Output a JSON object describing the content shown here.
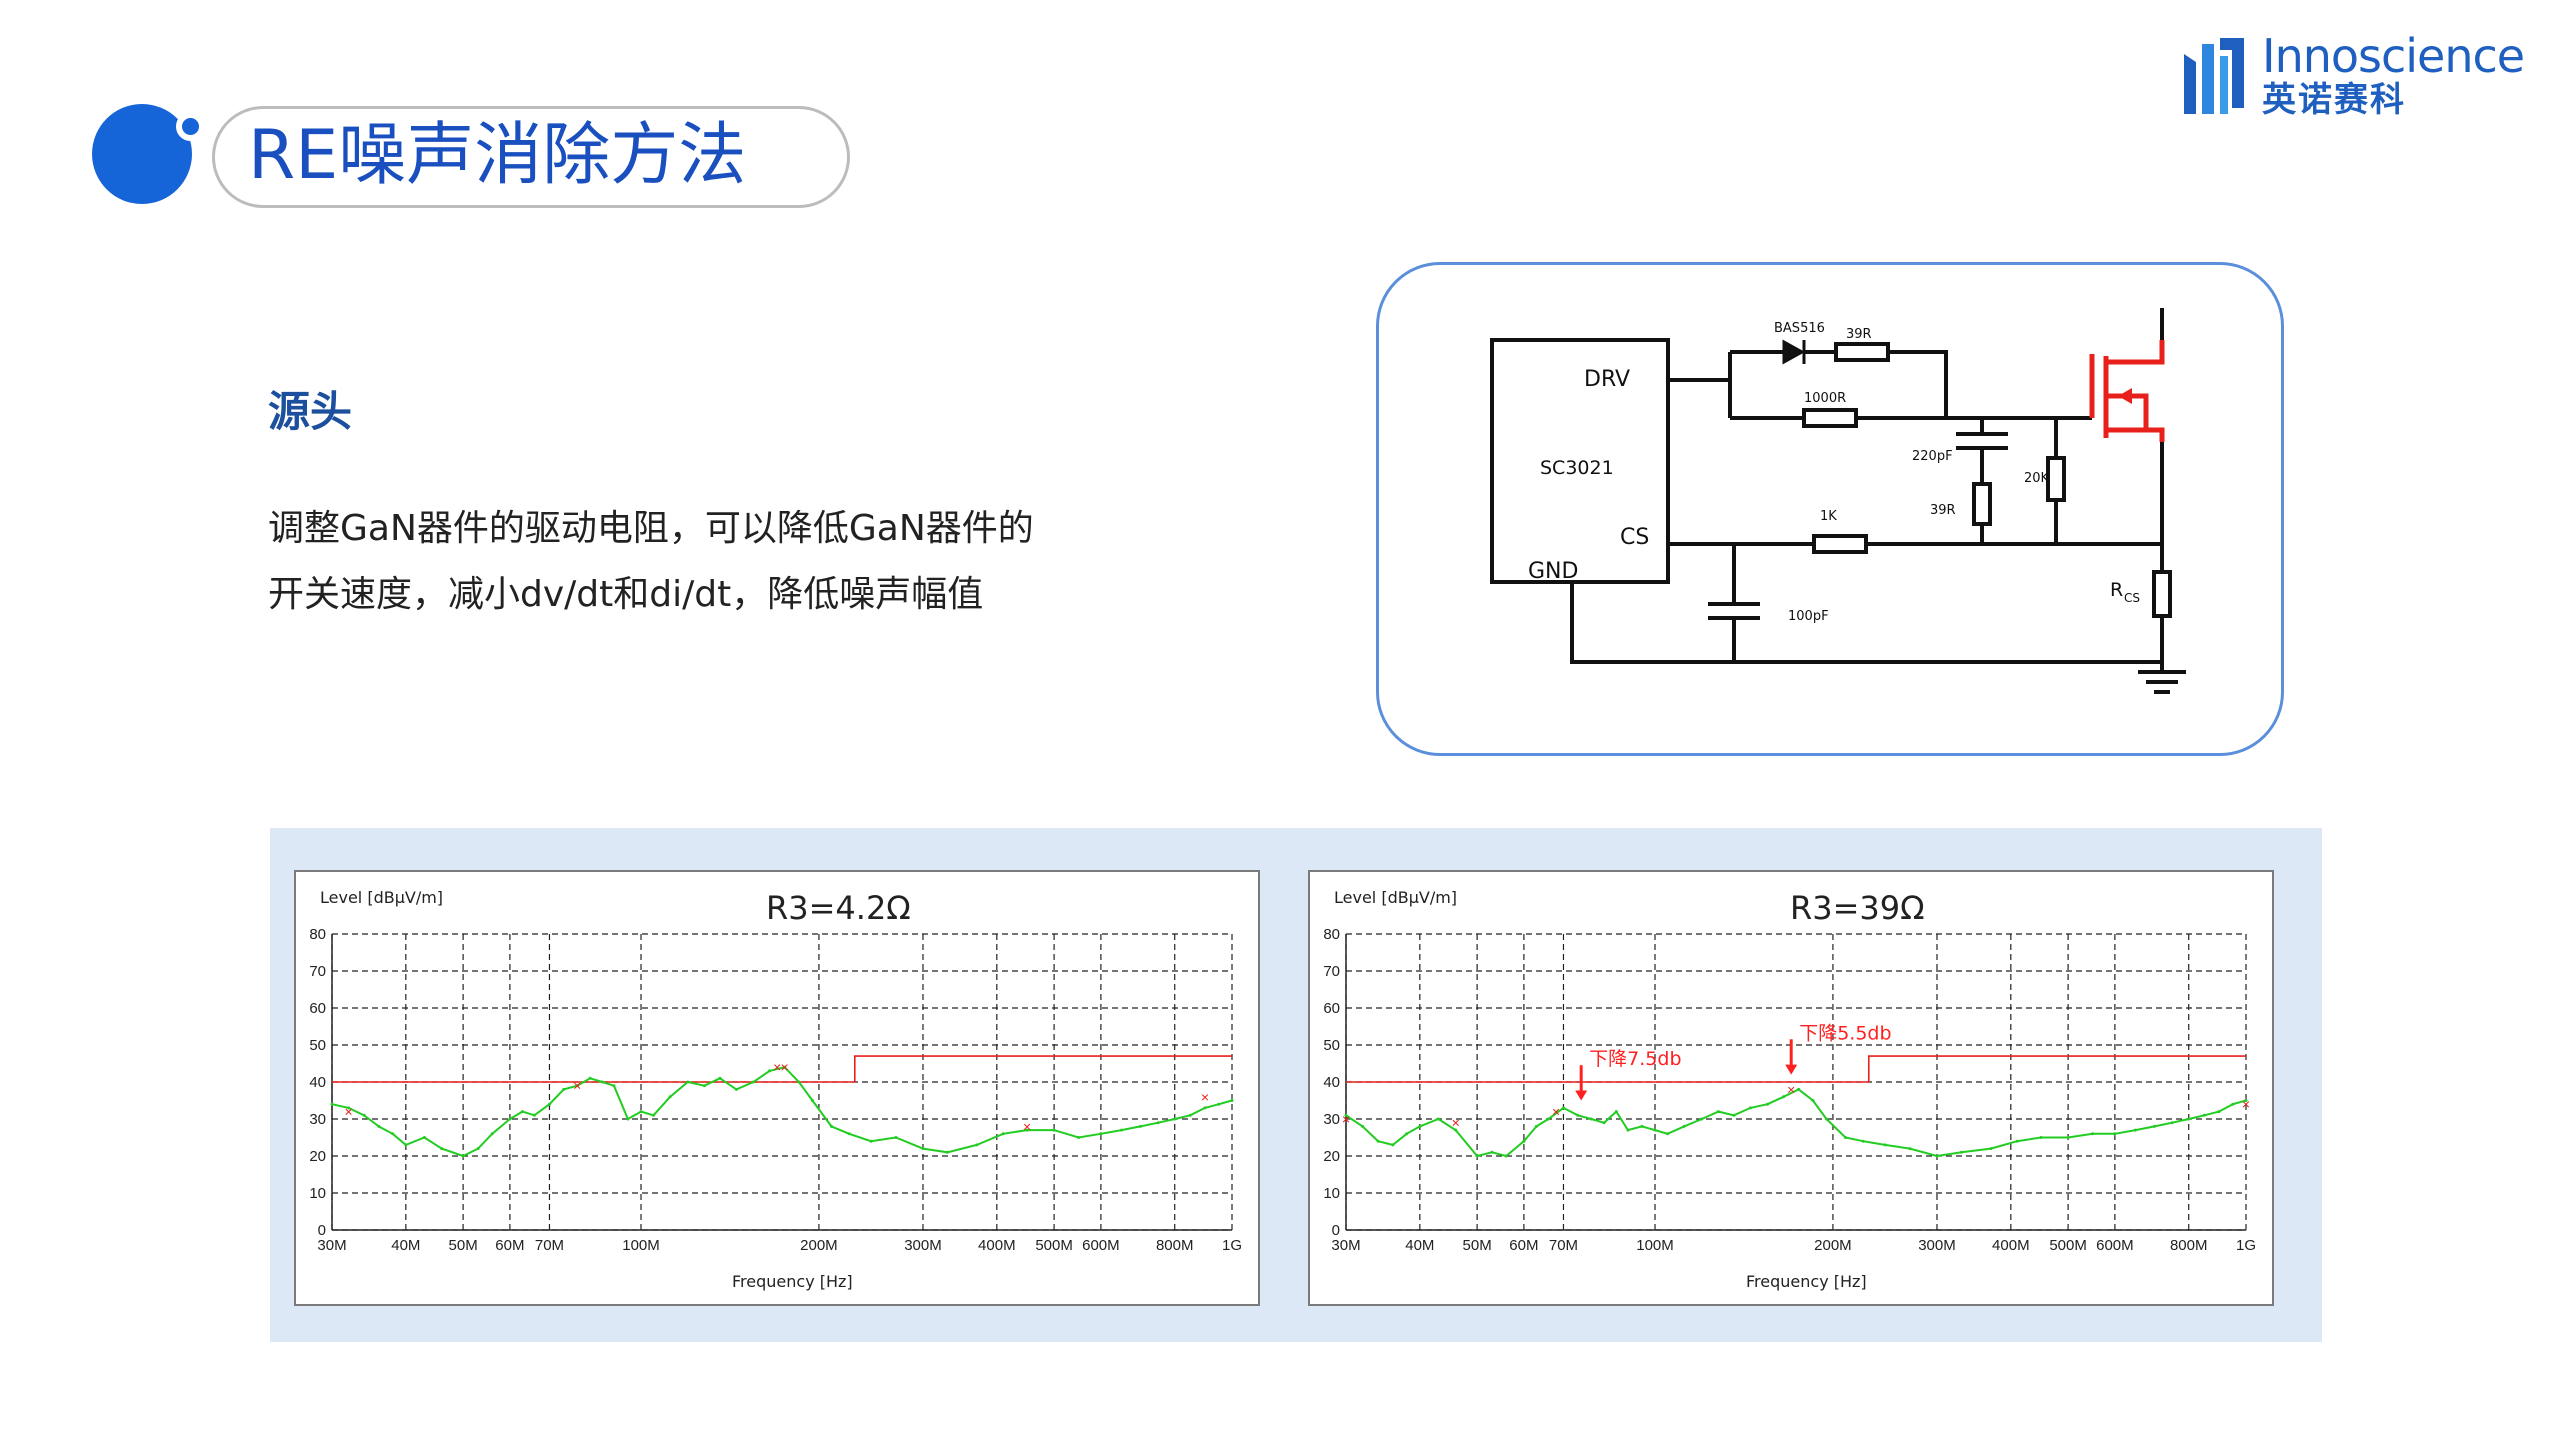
{
  "header": {
    "title": "RE噪声消除方法",
    "logo_en": "Innoscience",
    "logo_cn": "英诺赛科",
    "accent": "#1565d8"
  },
  "content": {
    "heading": "源头",
    "line1": "调整GaN器件的驱动电阻，可以降低GaN器件的",
    "line2": "开关速度，减小dv/dt和di/dt，降低噪声幅值"
  },
  "circuit": {
    "ic_name": "SC3021",
    "pins": {
      "drv": "DRV",
      "cs": "CS",
      "gnd": "GND"
    },
    "components": {
      "diode": "BAS516",
      "r_gate": "39R",
      "r_parallel": "1000R",
      "c_snub": "220pF",
      "r_snub": "39R",
      "r_gs": "20K",
      "r_cs_filter": "1K",
      "c_cs": "100pF",
      "r_sense": "R",
      "r_sense_sub": "CS"
    },
    "mosfet_color": "#e8201c"
  },
  "chart_data": [
    {
      "type": "line",
      "title": "R3=4.2Ω",
      "ylabel": "Level [dBµV/m]",
      "xlabel": "Frequency [Hz]",
      "xscale": "log",
      "xlim": [
        30,
        1000
      ],
      "ylim": [
        0,
        80
      ],
      "yticks": [
        0,
        10,
        20,
        30,
        40,
        50,
        60,
        70,
        80
      ],
      "xticks": [
        30,
        40,
        50,
        60,
        70,
        100,
        200,
        300,
        400,
        500,
        600,
        800,
        1000
      ],
      "xtick_labels": [
        "30M",
        "40M",
        "50M",
        "60M",
        "70M",
        "100M",
        "200M",
        "300M",
        "400M",
        "500M",
        "600M",
        "800M",
        "1G"
      ],
      "grid": true,
      "limit_line": {
        "color": "#e8201c",
        "x": [
          30,
          230,
          230,
          1000
        ],
        "y": [
          40,
          40,
          47,
          47
        ]
      },
      "series": [
        {
          "color": "#22cc22",
          "x": [
            30,
            32,
            34,
            36,
            38,
            40,
            43,
            46,
            50,
            53,
            56,
            60,
            63,
            66,
            70,
            74,
            78,
            82,
            86,
            90,
            95,
            100,
            105,
            112,
            120,
            128,
            136,
            145,
            155,
            165,
            175,
            185,
            195,
            210,
            225,
            245,
            270,
            300,
            330,
            370,
            410,
            450,
            500,
            550,
            600,
            650,
            700,
            750,
            800,
            850,
            900,
            950,
            1000
          ],
          "y": [
            34,
            33,
            31,
            28,
            26,
            23,
            25,
            22,
            20,
            22,
            26,
            30,
            32,
            31,
            34,
            38,
            39,
            41,
            40,
            39,
            30,
            32,
            31,
            36,
            40,
            39,
            41,
            38,
            40,
            43,
            44,
            40,
            35,
            28,
            26,
            24,
            25,
            22,
            21,
            23,
            26,
            27,
            27,
            25,
            26,
            27,
            28,
            29,
            30,
            31,
            33,
            34,
            35
          ]
        }
      ],
      "markers": {
        "color": "#e8201c",
        "x": [
          32,
          78,
          170,
          175,
          450,
          900
        ],
        "y": [
          32,
          39,
          44,
          44,
          28,
          36
        ]
      }
    },
    {
      "type": "line",
      "title": "R3=39Ω",
      "ylabel": "Level [dBµV/m]",
      "xlabel": "Frequency [Hz]",
      "xscale": "log",
      "xlim": [
        30,
        1000
      ],
      "ylim": [
        0,
        80
      ],
      "yticks": [
        0,
        10,
        20,
        30,
        40,
        50,
        60,
        70,
        80
      ],
      "xticks": [
        30,
        40,
        50,
        60,
        70,
        100,
        200,
        300,
        400,
        500,
        600,
        800,
        1000
      ],
      "xtick_labels": [
        "30M",
        "40M",
        "50M",
        "60M",
        "70M",
        "100M",
        "200M",
        "300M",
        "400M",
        "500M",
        "600M",
        "800M",
        "1G"
      ],
      "grid": true,
      "limit_line": {
        "color": "#e8201c",
        "x": [
          30,
          230,
          230,
          1000
        ],
        "y": [
          40,
          40,
          47,
          47
        ]
      },
      "series": [
        {
          "color": "#22cc22",
          "x": [
            30,
            32,
            34,
            36,
            38,
            40,
            43,
            46,
            50,
            53,
            56,
            60,
            63,
            66,
            70,
            74,
            78,
            82,
            86,
            90,
            95,
            100,
            105,
            112,
            120,
            128,
            136,
            145,
            155,
            165,
            175,
            185,
            195,
            210,
            225,
            245,
            270,
            300,
            330,
            370,
            410,
            450,
            500,
            550,
            600,
            650,
            700,
            750,
            800,
            850,
            900,
            950,
            1000
          ],
          "y": [
            31,
            28,
            24,
            23,
            26,
            28,
            30,
            27,
            20,
            21,
            20,
            24,
            28,
            30,
            33,
            31,
            30,
            29,
            32,
            27,
            28,
            27,
            26,
            28,
            30,
            32,
            31,
            33,
            34,
            36,
            38,
            35,
            30,
            25,
            24,
            23,
            22,
            20,
            21,
            22,
            24,
            25,
            25,
            26,
            26,
            27,
            28,
            29,
            30,
            31,
            32,
            34,
            35
          ]
        }
      ],
      "markers": {
        "color": "#e8201c",
        "x": [
          30,
          46,
          68,
          170,
          1000
        ],
        "y": [
          30,
          29,
          32,
          38,
          34
        ]
      },
      "annotations": [
        {
          "text": "下降7.5db",
          "x": 75,
          "y": 44,
          "arrow_to": 35
        },
        {
          "text": "下降5.5db",
          "x": 170,
          "y": 51,
          "arrow_to": 42
        }
      ]
    }
  ]
}
